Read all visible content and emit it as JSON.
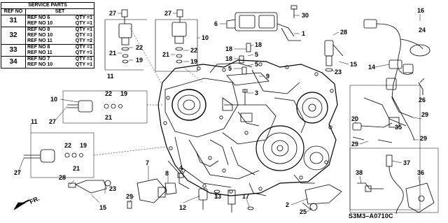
{
  "service_parts": {
    "title": "SERVICE PARTS",
    "col_ref": "REF NO",
    "col_set": "SET",
    "rows": [
      {
        "ref": "31",
        "items": [
          {
            "name": "REF NO 6",
            "qty": "QTY =1"
          },
          {
            "name": "REF NO 10",
            "qty": "QTY =1"
          }
        ]
      },
      {
        "ref": "32",
        "items": [
          {
            "name": "REF NO 8",
            "qty": "QTY =1"
          },
          {
            "name": "REF NO 10",
            "qty": "QTY =1"
          },
          {
            "name": "REF NO 11",
            "qty": "QTY =2"
          }
        ]
      },
      {
        "ref": "33",
        "items": [
          {
            "name": "REF NO 8",
            "qty": "QTY =1"
          },
          {
            "name": "REF NO 11",
            "qty": "QTY =1"
          }
        ]
      },
      {
        "ref": "34",
        "items": [
          {
            "name": "REF NO 7",
            "qty": "QTY =1"
          },
          {
            "name": "REF NO 10",
            "qty": "QTY =1"
          }
        ]
      }
    ]
  },
  "diagram_code": "S3M3–A0710C",
  "front_label": "FR.",
  "callouts": {
    "c27a": "27",
    "c22a": "22",
    "c21a": "21",
    "c19a": "19",
    "c11a": "11",
    "c27b": "27",
    "c22b": "22",
    "c21b": "21",
    "c19b": "19",
    "c10a": "10",
    "c6": "6",
    "c30": "30",
    "c1": "1",
    "c28a": "28",
    "c18a": "18",
    "c18b": "18",
    "c18c": "18",
    "c5a": "5",
    "c5b": "5",
    "c5c": "5",
    "c9": "9",
    "c3": "3",
    "c23a": "23",
    "c15a": "15",
    "c16": "16",
    "c24": "24",
    "c14": "14",
    "c26": "26",
    "c10b": "10",
    "c22c": "22",
    "c19c": "19",
    "c27c": "27",
    "c21c": "21",
    "c11b": "11",
    "c22d": "22",
    "c19d": "19",
    "c27d": "27",
    "c21d": "21",
    "c20": "20",
    "c35": "35",
    "c29a": "29",
    "c29b": "29",
    "c29c": "29",
    "c7": "7",
    "c8": "8",
    "c4": "4",
    "c28b": "28",
    "c23b": "23",
    "c15b": "15",
    "c29d": "29",
    "c12": "12",
    "c13": "13",
    "c17": "17",
    "c2": "2",
    "c25": "25",
    "c37": "37",
    "c38": "38",
    "c36": "36"
  }
}
